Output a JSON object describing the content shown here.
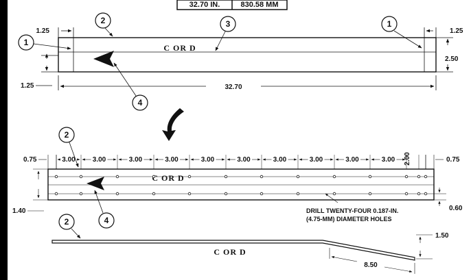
{
  "header_table": {
    "inches": "32.70 IN.",
    "millimeters": "830.58 MM"
  },
  "top_view": {
    "callouts": [
      "1",
      "2",
      "3",
      "1",
      "4"
    ],
    "face_label": "C OR D",
    "dims": {
      "left_offset": "1.25",
      "right_offset": "1.25",
      "width": "2.50",
      "bottom_left": "1.25",
      "length": "32.70"
    }
  },
  "drilled_view": {
    "callouts": [
      "2",
      "4"
    ],
    "face_label": "C OR D",
    "dims": {
      "left_edge": "0.75",
      "right_edge": "0.75",
      "spacing": [
        "3.00",
        "3.00",
        "3.00",
        "3.00",
        "3.00",
        "3.00",
        "3.00",
        "3.00",
        "3.00",
        "3.00"
      ],
      "vertical": "2.00",
      "left_height": "1.40",
      "right_bottom": "0.60"
    },
    "note": [
      "DRILL TWENTY-FOUR 0.187-IN.",
      "(4.75-MM) DIAMETER HOLES"
    ]
  },
  "side_view": {
    "callouts": [
      "2"
    ],
    "face_label": "C OR D",
    "dims": {
      "rise": "1.50",
      "bend_length": "8.50"
    }
  },
  "colors": {
    "ink": "#111111",
    "background": "#ffffff",
    "border": "#000000"
  }
}
